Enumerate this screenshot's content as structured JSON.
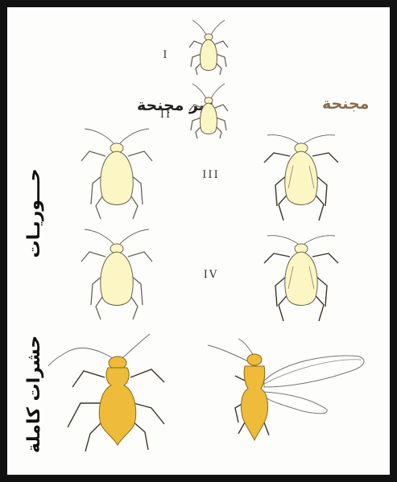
{
  "labels": {
    "wingless": "غير مجنحة",
    "winged": "مجنحة",
    "nymphs": "حـــوريـات",
    "adults": "حشرات كاملة"
  },
  "stages": [
    "I",
    "II",
    "III",
    "IV"
  ],
  "colors": {
    "frame": "#111111",
    "nymph_body": "#fbf6c4",
    "adult_body": "#eebb3a",
    "winged_label": "#8a6a4a",
    "wingless_label": "#222222"
  },
  "icons": [
    "aphid-nymph-icon",
    "aphid-adult-wingless-icon",
    "aphid-adult-winged-icon"
  ]
}
